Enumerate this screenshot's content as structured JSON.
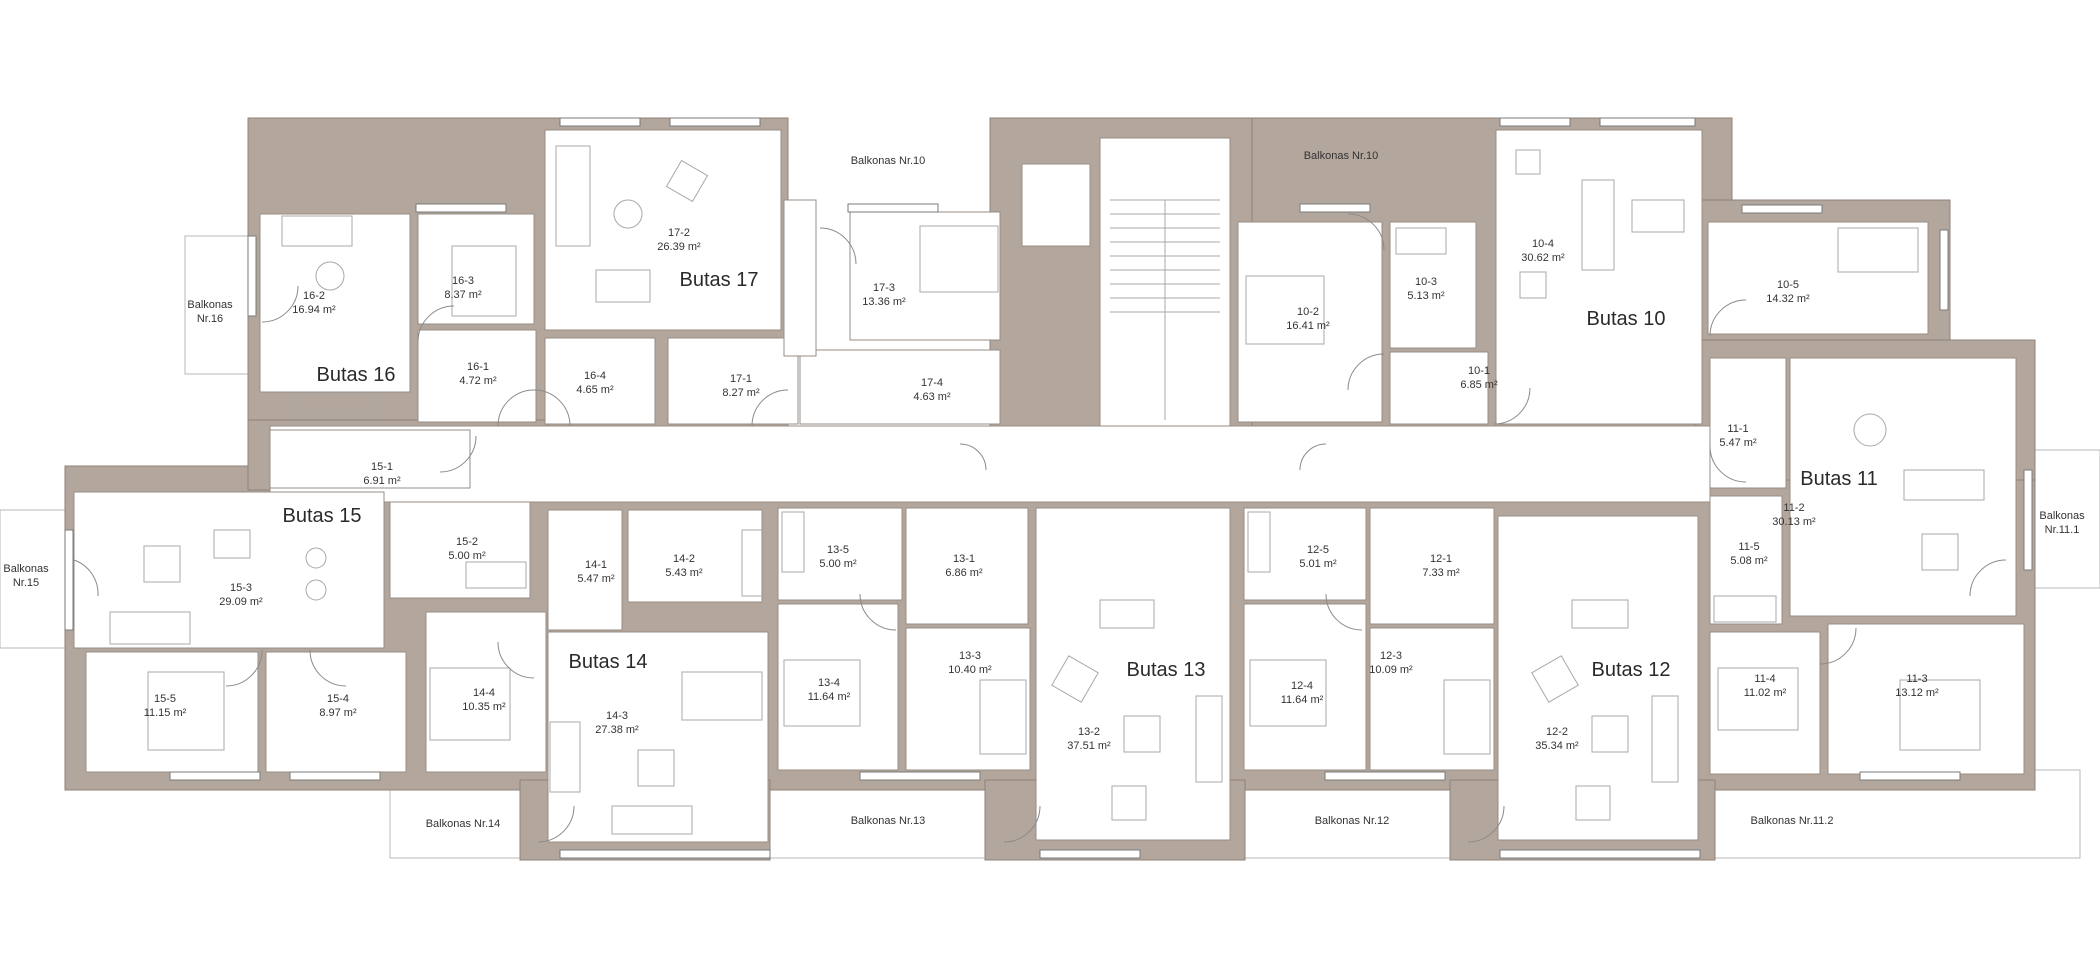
{
  "colors": {
    "wall": "#b3a69c",
    "furniture": "#a8a8a8",
    "text": "#2a2a2a"
  },
  "apartments": [
    {
      "key": "a10",
      "name": "Butas 10"
    },
    {
      "key": "a11",
      "name": "Butas 11"
    },
    {
      "key": "a12",
      "name": "Butas 12"
    },
    {
      "key": "a13",
      "name": "Butas 13"
    },
    {
      "key": "a14",
      "name": "Butas 14"
    },
    {
      "key": "a15",
      "name": "Butas 15"
    },
    {
      "key": "a16",
      "name": "Butas 16"
    },
    {
      "key": "a17",
      "name": "Butas 17"
    }
  ],
  "rooms": [
    {
      "id": "17-2",
      "area": "26.39 m²"
    },
    {
      "id": "17-3",
      "area": "13.36 m²"
    },
    {
      "id": "17-1",
      "area": "8.27 m²"
    },
    {
      "id": "17-4",
      "area": "4.63 m²"
    },
    {
      "id": "16-2",
      "area": "16.94 m²"
    },
    {
      "id": "16-3",
      "area": "8.37 m²"
    },
    {
      "id": "16-1",
      "area": "4.72 m²"
    },
    {
      "id": "16-4",
      "area": "4.65 m²"
    },
    {
      "id": "10-4",
      "area": "30.62 m²"
    },
    {
      "id": "10-5",
      "area": "14.32 m²"
    },
    {
      "id": "10-2",
      "area": "16.41 m²"
    },
    {
      "id": "10-3",
      "area": "5.13 m²"
    },
    {
      "id": "10-1",
      "area": "6.85 m²"
    },
    {
      "id": "11-1",
      "area": "5.47 m²"
    },
    {
      "id": "11-2",
      "area": "30.13 m²"
    },
    {
      "id": "11-5",
      "area": "5.08 m²"
    },
    {
      "id": "11-4",
      "area": "11.02 m²"
    },
    {
      "id": "11-3",
      "area": "13.12 m²"
    },
    {
      "id": "15-1",
      "area": "6.91 m²"
    },
    {
      "id": "15-2",
      "area": "5.00 m²"
    },
    {
      "id": "15-3",
      "area": "29.09 m²"
    },
    {
      "id": "15-5",
      "area": "11.15 m²"
    },
    {
      "id": "15-4",
      "area": "8.97 m²"
    },
    {
      "id": "14-1",
      "area": "5.47 m²"
    },
    {
      "id": "14-2",
      "area": "5.43 m²"
    },
    {
      "id": "14-4",
      "area": "10.35 m²"
    },
    {
      "id": "14-3",
      "area": "27.38 m²"
    },
    {
      "id": "13-5",
      "area": "5.00 m²"
    },
    {
      "id": "13-1",
      "area": "6.86 m²"
    },
    {
      "id": "13-4",
      "area": "11.64 m²"
    },
    {
      "id": "13-3",
      "area": "10.40 m²"
    },
    {
      "id": "13-2",
      "area": "37.51 m²"
    },
    {
      "id": "12-5",
      "area": "5.01 m²"
    },
    {
      "id": "12-1",
      "area": "7.33 m²"
    },
    {
      "id": "12-4",
      "area": "11.64 m²"
    },
    {
      "id": "12-3",
      "area": "10.09 m²"
    },
    {
      "id": "12-2",
      "area": "35.34 m²"
    }
  ],
  "balconies": [
    {
      "key": "b10a",
      "line1": "Balkonas Nr.10",
      "line2": ""
    },
    {
      "key": "b10b",
      "line1": "Balkonas Nr.10",
      "line2": ""
    },
    {
      "key": "b16",
      "line1": "Balkonas",
      "line2": "Nr.16"
    },
    {
      "key": "b15",
      "line1": "Balkonas",
      "line2": "Nr.15"
    },
    {
      "key": "b111",
      "line1": "Balkonas",
      "line2": "Nr.11.1"
    },
    {
      "key": "b14",
      "line1": "Balkonas Nr.14",
      "line2": ""
    },
    {
      "key": "b13",
      "line1": "Balkonas Nr.13",
      "line2": ""
    },
    {
      "key": "b12",
      "line1": "Balkonas Nr.12",
      "line2": ""
    },
    {
      "key": "b112",
      "line1": "Balkonas Nr.11.2",
      "line2": ""
    }
  ]
}
